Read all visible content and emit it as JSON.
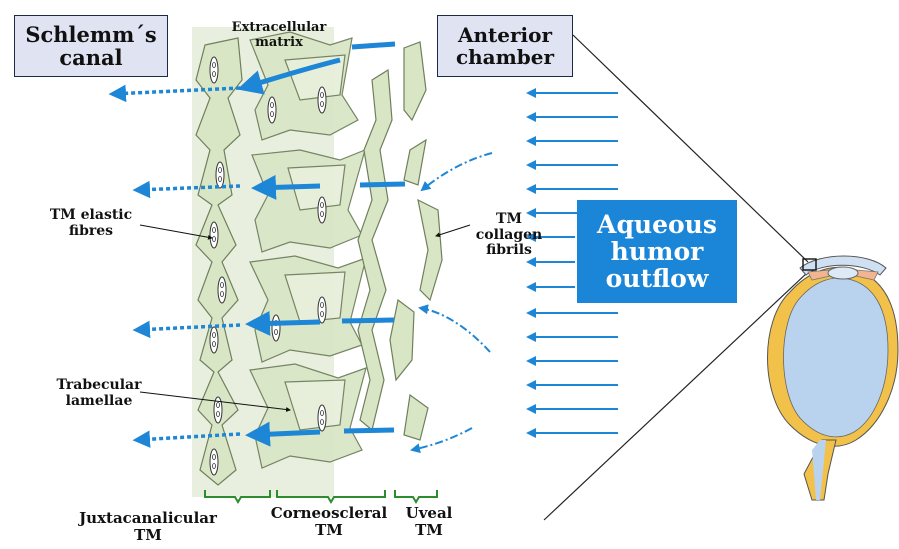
{
  "labels": {
    "schlemms_canal": [
      "Schlemm´s",
      "canal"
    ],
    "anterior_chamber": [
      "Anterior",
      "chamber"
    ],
    "extracellular_matrix": [
      "Extracellular",
      "matrix"
    ],
    "aqueous_outflow": [
      "Aqueous",
      "humor",
      "outflow"
    ],
    "tm_elastic_fibres": [
      "TM elastic",
      "fibres"
    ],
    "tm_collagen_fibrils": [
      "TM",
      "collagen",
      "fibrils"
    ],
    "trabecular_lamellae": [
      "Trabecular",
      "lamellae"
    ],
    "juxtacanalicular": [
      "Juxtacanalicular",
      "TM"
    ],
    "corneoscleral": [
      "Corneoscleral",
      "TM"
    ],
    "uveal": [
      "Uveal",
      "TM"
    ]
  },
  "colors": {
    "flow_arrow": "#1e86d6",
    "aqueous_box": "#1b86d8",
    "label_box": "#dfe3f2",
    "tissue_fill": "#d9e6c6",
    "tissue_stroke": "#6f7f5c",
    "jct_band": "#e4ecd8",
    "bracket": "#2e8b2e",
    "eye_sclera": "#f2c14a",
    "eye_vitreous": "#b9d3ee",
    "eye_iris": "#f2b58f"
  }
}
